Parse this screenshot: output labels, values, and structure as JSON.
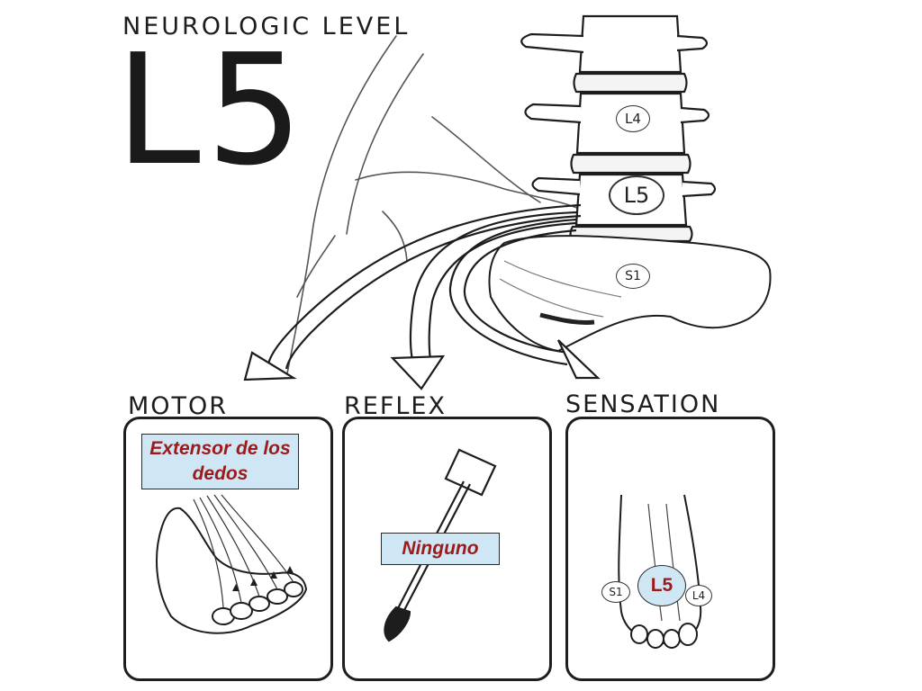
{
  "header": {
    "title_small": "NEUROLOGIC LEVEL",
    "title_big": "L5"
  },
  "spine": {
    "vertebra_upper": "L4",
    "vertebra_main": "L5",
    "sacrum": "S1"
  },
  "sections": {
    "motor": {
      "title": "MOTOR",
      "label": "Extensor de los dedos"
    },
    "reflex": {
      "title": "REFLEX",
      "label": "Ninguno"
    },
    "sensation": {
      "title": "SENSATION",
      "label": "L5",
      "left_dermatome": "S1",
      "right_dermatome": "L4"
    }
  },
  "colors": {
    "label_bg": "#cfe6f5",
    "label_text": "#9b1b1b",
    "ink": "#1d1d1d"
  }
}
